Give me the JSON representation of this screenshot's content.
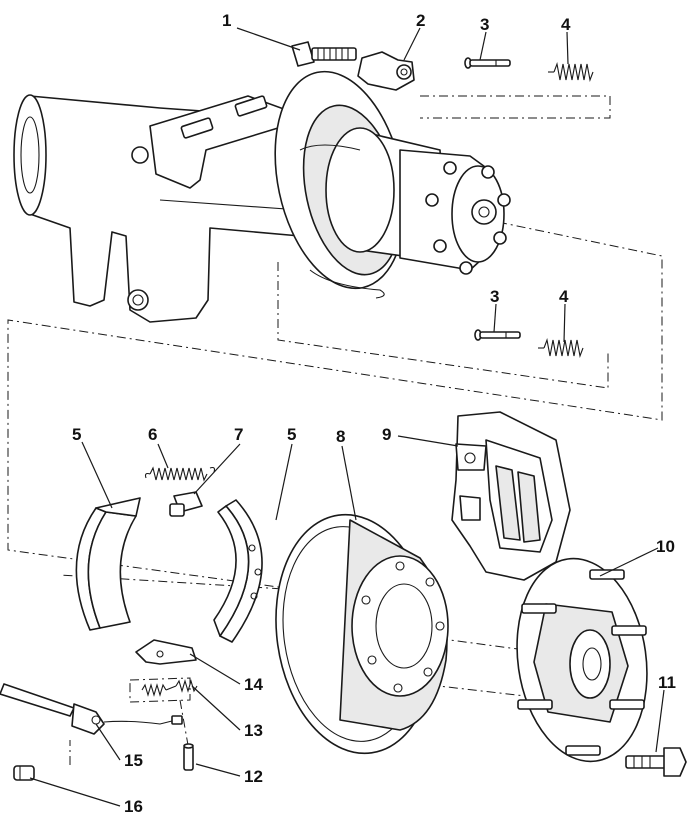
{
  "callouts": [
    {
      "id": "c1a",
      "text": "1"
    },
    {
      "id": "c2a",
      "text": "2"
    },
    {
      "id": "c3a",
      "text": "3"
    },
    {
      "id": "c4a",
      "text": "4"
    },
    {
      "id": "c3b",
      "text": "3"
    },
    {
      "id": "c4b",
      "text": "4"
    },
    {
      "id": "c5a",
      "text": "5"
    },
    {
      "id": "c6a",
      "text": "6"
    },
    {
      "id": "c7a",
      "text": "7"
    },
    {
      "id": "c5b",
      "text": "5"
    },
    {
      "id": "c8a",
      "text": "8"
    },
    {
      "id": "c9a",
      "text": "9"
    },
    {
      "id": "c10a",
      "text": "10"
    },
    {
      "id": "c11a",
      "text": "11"
    },
    {
      "id": "c12a",
      "text": "12"
    },
    {
      "id": "c13a",
      "text": "13"
    },
    {
      "id": "c14a",
      "text": "14"
    },
    {
      "id": "c15a",
      "text": "15"
    },
    {
      "id": "c16a",
      "text": "16"
    }
  ]
}
